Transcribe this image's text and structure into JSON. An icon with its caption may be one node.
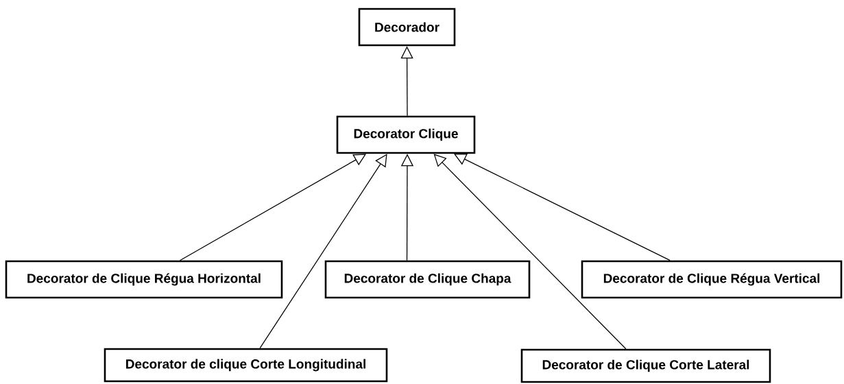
{
  "diagram": {
    "nodes": [
      {
        "text": [
          "Decorador"
        ]
      },
      {
        "text": [
          "Decorator Clique"
        ]
      },
      {
        "text": [
          "Decorator de Clique Régua Horizontal"
        ]
      },
      {
        "text": [
          "Decorator de Clique Chapa"
        ]
      },
      {
        "text": [
          "Decorator de Clique Régua Vertical"
        ]
      },
      {
        "text": [
          "Decorator de clique Corte Longitudinal"
        ]
      },
      {
        "text": [
          "Decorator de Clique Corte Lateral"
        ]
      }
    ],
    "edges": [
      {
        "from": 1,
        "to": 0,
        "arrow": "to"
      },
      {
        "from": 2,
        "to": 1,
        "arrow": "to"
      },
      {
        "from": 3,
        "to": 1,
        "arrow": "to"
      },
      {
        "from": 4,
        "to": 1,
        "arrow": "to"
      },
      {
        "from": 5,
        "to": 1,
        "arrow": "to"
      },
      {
        "from": 6,
        "to": 1,
        "arrow": "to"
      }
    ]
  }
}
